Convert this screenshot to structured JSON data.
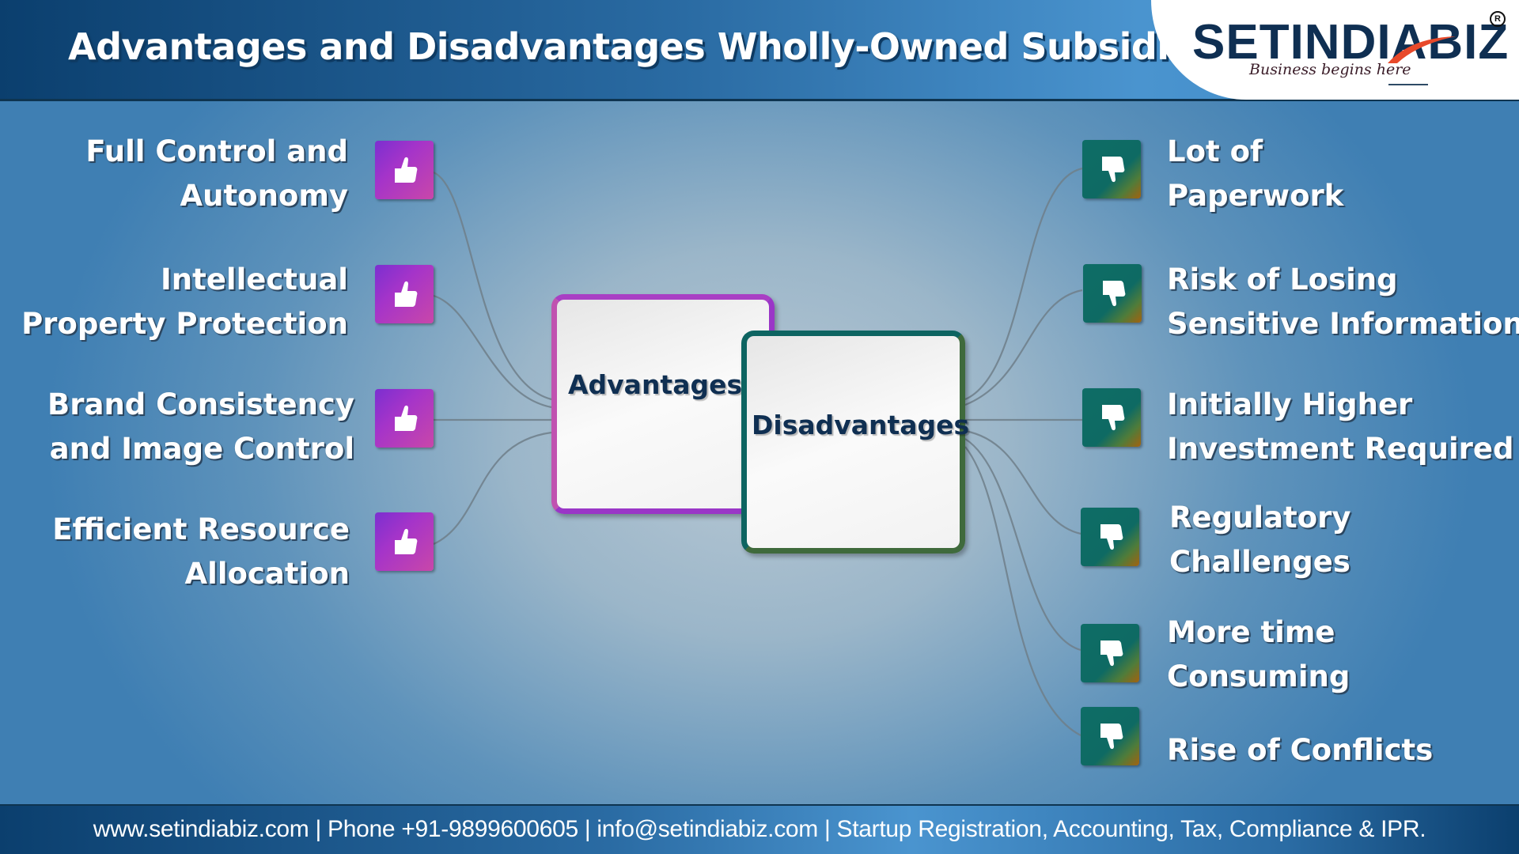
{
  "header": {
    "title": "Advantages and Disadvantages Wholly-Owned Subsidiary"
  },
  "logo": {
    "brand": "SETINDIABIZ",
    "registered_mark": "R",
    "tagline": "Business begins here"
  },
  "center": {
    "advantages_label": "Advantages",
    "disadvantages_label": "Disadvantages"
  },
  "advantages": [
    {
      "line1": "Full Control and",
      "line2": "Autonomy",
      "icon": "thumbs-up-icon"
    },
    {
      "line1": "Intellectual",
      "line2": "Property Protection",
      "icon": "thumbs-up-icon"
    },
    {
      "line1": "Brand Consistency",
      "line2": "and Image Control",
      "icon": "thumbs-up-icon"
    },
    {
      "line1": "Efficient Resource",
      "line2": "Allocation",
      "icon": "thumbs-up-icon"
    }
  ],
  "disadvantages": [
    {
      "line1": "Lot of",
      "line2": "Paperwork",
      "icon": "thumbs-down-icon"
    },
    {
      "line1": "Risk of Losing",
      "line2": "Sensitive Information",
      "icon": "thumbs-down-icon"
    },
    {
      "line1": "Initially Higher",
      "line2": "Investment Required",
      "icon": "thumbs-down-icon"
    },
    {
      "line1": "Regulatory",
      "line2": "Challenges",
      "icon": "thumbs-down-icon"
    },
    {
      "line1": "More time",
      "line2": "Consuming",
      "icon": "thumbs-down-icon"
    },
    {
      "line1": "Rise of Conflicts",
      "line2": "",
      "icon": "thumbs-down-icon"
    }
  ],
  "footer": {
    "text": "www.setindiabiz.com | Phone +91-9899600605 | info@setindiabiz.com | Startup Registration, Accounting, Tax, Compliance & IPR."
  },
  "colors": {
    "advantage_accent": "#b24aba",
    "disadvantage_accent": "#0d6461",
    "brand_navy": "#0f2f52",
    "logo_swoosh": "#e8492a"
  }
}
